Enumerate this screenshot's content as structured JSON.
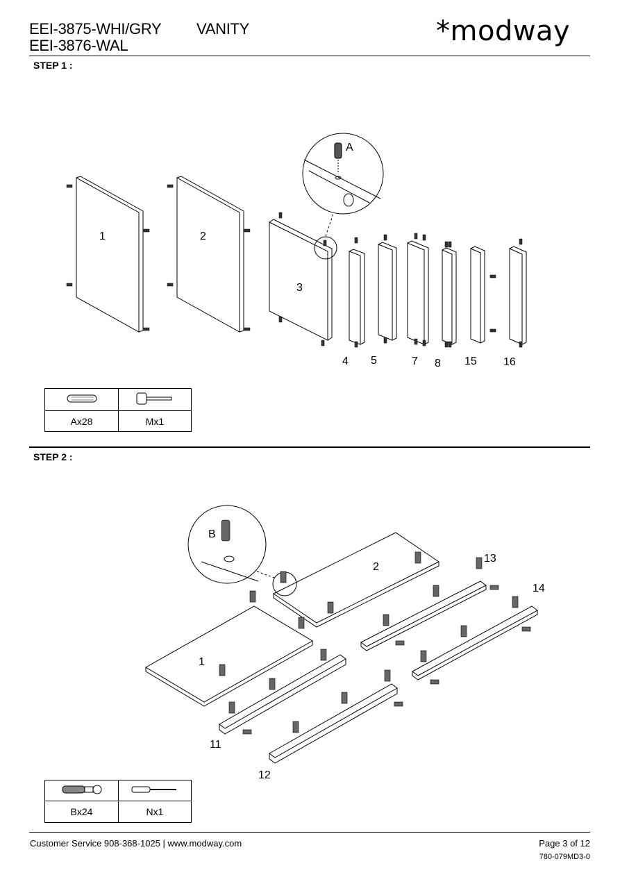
{
  "header": {
    "model_line1": "EEI-3875-WHI/GRY",
    "product": "VANITY",
    "model_line2": "EEI-3876-WAL",
    "logo_text": "*modway"
  },
  "step1": {
    "title": "STEP 1 :",
    "panel_labels": [
      "1",
      "2",
      "3",
      "4",
      "5",
      "7",
      "8",
      "15",
      "16"
    ],
    "callout_label": "A",
    "parts": [
      {
        "icon": "wooden-dowel-icon",
        "qty": "Ax28"
      },
      {
        "icon": "mallet-icon",
        "qty": "Mx1"
      }
    ]
  },
  "step2": {
    "title": "STEP 2 :",
    "panel_labels": [
      "1",
      "2",
      "11",
      "12",
      "13",
      "14"
    ],
    "callout_label": "B",
    "parts": [
      {
        "icon": "cam-bolt-icon",
        "qty": "Bx24"
      },
      {
        "icon": "screwdriver-icon",
        "qty": "Nx1"
      }
    ]
  },
  "footer": {
    "contact": "Customer Service 908-368-1025 | www.modway.com",
    "page": "Page 3 of 12",
    "doc_code": "780-079MD3-0"
  }
}
